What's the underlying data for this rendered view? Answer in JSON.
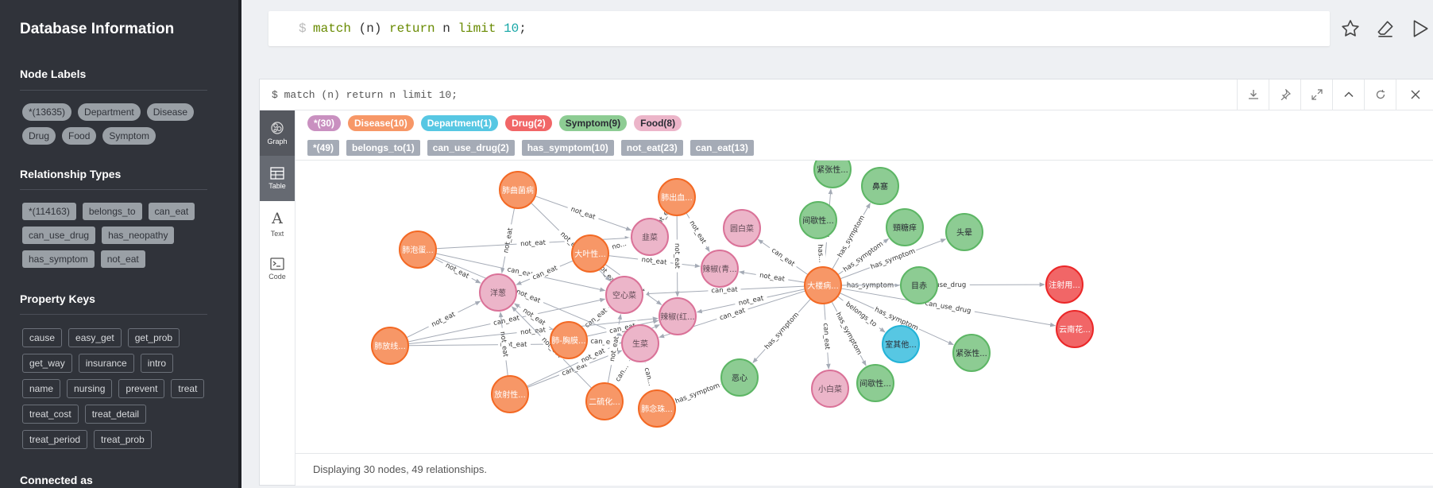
{
  "sidebar": {
    "title": "Database Information",
    "node_labels_heading": "Node Labels",
    "node_labels": [
      "*(13635)",
      "Department",
      "Disease",
      "Drug",
      "Food",
      "Symptom"
    ],
    "relationship_types_heading": "Relationship Types",
    "relationship_types": [
      "*(114163)",
      "belongs_to",
      "can_eat",
      "can_use_drug",
      "has_neopathy",
      "has_symptom",
      "not_eat"
    ],
    "property_keys_heading": "Property Keys",
    "property_keys": [
      "cause",
      "easy_get",
      "get_prob",
      "get_way",
      "insurance",
      "intro",
      "name",
      "nursing",
      "prevent",
      "treat",
      "treat_cost",
      "treat_detail",
      "treat_period",
      "treat_prob"
    ],
    "connected_as": "Connected as"
  },
  "editor": {
    "prompt": "$",
    "kw1": "match",
    "t1": " (n) ",
    "kw2": "return",
    "t2": " n ",
    "kw3": "limit",
    "t3": " ",
    "num": "10",
    "t4": ";",
    "icons": [
      "star-icon",
      "eraser-icon",
      "play-icon"
    ]
  },
  "frame": {
    "query": "$ match (n) return n limit 10;",
    "header_icons": [
      "download-icon",
      "pin-icon",
      "expand-icon",
      "collapse-icon",
      "refresh-icon",
      "close-icon"
    ],
    "tabs": [
      {
        "label": "Graph",
        "icon": "graph-icon"
      },
      {
        "label": "Table",
        "icon": "table-icon"
      },
      {
        "label": "Text",
        "icon": "text-icon"
      },
      {
        "label": "Code",
        "icon": "code-icon"
      }
    ],
    "node_legend": [
      {
        "label": "*(30)",
        "bg": "#c990c0",
        "fg": "#ffffff"
      },
      {
        "label": "Disease(10)",
        "bg": "#f79767",
        "fg": "#ffffff"
      },
      {
        "label": "Department(1)",
        "bg": "#57c7e3",
        "fg": "#ffffff"
      },
      {
        "label": "Drug(2)",
        "bg": "#f16667",
        "fg": "#ffffff"
      },
      {
        "label": "Symptom(9)",
        "bg": "#8dcc93",
        "fg": "#2a2c34"
      },
      {
        "label": "Food(8)",
        "bg": "#ecb5c9",
        "fg": "#2a2c34"
      }
    ],
    "rel_legend": [
      "*(49)",
      "belongs_to(1)",
      "can_use_drug(2)",
      "has_symptom(10)",
      "not_eat(23)",
      "can_eat(13)"
    ],
    "footer": "Displaying 30 nodes, 49 relationships."
  },
  "graph": {
    "colors": {
      "Disease": {
        "fill": "#f79767",
        "stroke": "#f36924",
        "text": "#ffffff"
      },
      "Food": {
        "fill": "#ecb5c9",
        "stroke": "#da7298",
        "text": "#604a55"
      },
      "Symptom": {
        "fill": "#8dcc93",
        "stroke": "#5db665",
        "text": "#2a2c34"
      },
      "Drug": {
        "fill": "#f16667",
        "stroke": "#eb2728",
        "text": "#ffffff"
      },
      "Department": {
        "fill": "#57c7e3",
        "stroke": "#23b3d7",
        "text": "#2a2c34"
      }
    },
    "nodes": [
      {
        "id": "d1",
        "label": "肺曲菌病",
        "type": "Disease"
      },
      {
        "id": "d2",
        "label": "肺泡蛋...",
        "type": "Disease"
      },
      {
        "id": "d3",
        "label": "大叶性...",
        "type": "Disease"
      },
      {
        "id": "d4",
        "label": "肺出血...",
        "type": "Disease"
      },
      {
        "id": "d5",
        "label": "肺放线...",
        "type": "Disease"
      },
      {
        "id": "d6",
        "label": "肺-胸膜...",
        "type": "Disease"
      },
      {
        "id": "d7",
        "label": "放射性...",
        "type": "Disease"
      },
      {
        "id": "d8",
        "label": "二硫化...",
        "type": "Disease"
      },
      {
        "id": "d9",
        "label": "肺念珠...",
        "type": "Disease"
      },
      {
        "id": "d10",
        "label": "大楼病...",
        "type": "Disease"
      },
      {
        "id": "f1",
        "label": "洋葱",
        "type": "Food"
      },
      {
        "id": "f2",
        "label": "韭菜",
        "type": "Food"
      },
      {
        "id": "f3",
        "label": "空心菜",
        "type": "Food"
      },
      {
        "id": "f4",
        "label": "辣椒(青...",
        "type": "Food"
      },
      {
        "id": "f5",
        "label": "辣椒(红...",
        "type": "Food"
      },
      {
        "id": "f6",
        "label": "生菜",
        "type": "Food"
      },
      {
        "id": "f7",
        "label": "圆白菜",
        "type": "Food"
      },
      {
        "id": "f8",
        "label": "小白菜",
        "type": "Food"
      },
      {
        "id": "s1",
        "label": "紧张性...",
        "type": "Symptom"
      },
      {
        "id": "s2",
        "label": "鼻塞",
        "type": "Symptom"
      },
      {
        "id": "s3",
        "label": "间歇性...",
        "type": "Symptom"
      },
      {
        "id": "s4",
        "label": "頸糖痒",
        "type": "Symptom"
      },
      {
        "id": "s5",
        "label": "头晕",
        "type": "Symptom"
      },
      {
        "id": "s6",
        "label": "目赤",
        "type": "Symptom"
      },
      {
        "id": "s7",
        "label": "紧张性...",
        "type": "Symptom"
      },
      {
        "id": "s8",
        "label": "恶心",
        "type": "Symptom"
      },
      {
        "id": "s9",
        "label": "间歇性...",
        "type": "Symptom"
      },
      {
        "id": "r1",
        "label": "注射用...",
        "type": "Drug"
      },
      {
        "id": "r2",
        "label": "云南花...",
        "type": "Drug"
      },
      {
        "id": "k1",
        "label": "室其他...",
        "type": "Department"
      }
    ],
    "edges": [
      {
        "s": "d1",
        "t": "f2",
        "label": "not_eat"
      },
      {
        "s": "d1",
        "t": "f1",
        "label": "not_eat"
      },
      {
        "s": "d2",
        "t": "f2",
        "label": "not_eat"
      },
      {
        "s": "d2",
        "t": "f1",
        "label": "not_eat"
      },
      {
        "s": "d2",
        "t": "f3",
        "label": "can_eat"
      },
      {
        "s": "d3",
        "t": "f1",
        "label": "can_eat"
      },
      {
        "s": "d3",
        "t": "f2",
        "label": "no..."
      },
      {
        "s": "d3",
        "t": "f4",
        "label": "not_eat"
      },
      {
        "s": "d3",
        "t": "f3",
        "label": "not_eat"
      },
      {
        "s": "d4",
        "t": "f2",
        "label": "not_eat"
      },
      {
        "s": "d4",
        "t": "f4",
        "label": "not_eat"
      },
      {
        "s": "d4",
        "t": "f5",
        "label": "not_eat"
      },
      {
        "s": "d5",
        "t": "f1",
        "label": "not_eat"
      },
      {
        "s": "d5",
        "t": "f3",
        "label": "can_eat"
      },
      {
        "s": "d5",
        "t": "f6",
        "label": "not_eat"
      },
      {
        "s": "d6",
        "t": "f1",
        "label": "not_eat"
      },
      {
        "s": "d6",
        "t": "f3",
        "label": "can_eat"
      },
      {
        "s": "d6",
        "t": "f6",
        "label": "can_eat"
      },
      {
        "s": "d7",
        "t": "f1",
        "label": "not_eat"
      },
      {
        "s": "d7",
        "t": "f6",
        "label": "can_eat"
      },
      {
        "s": "d7",
        "t": "f5",
        "label": "not_eat"
      },
      {
        "s": "d8",
        "t": "f6",
        "label": "can..."
      },
      {
        "s": "d8",
        "t": "f3",
        "label": "not_eat"
      },
      {
        "s": "d9",
        "t": "s8",
        "label": "has_symptom"
      },
      {
        "s": "d9",
        "t": "f6",
        "label": "can..."
      },
      {
        "s": "d10",
        "t": "s1",
        "label": "has..."
      },
      {
        "s": "d10",
        "t": "s2",
        "label": "has_symptom"
      },
      {
        "s": "d10",
        "t": "s3",
        "label": "has..."
      },
      {
        "s": "d10",
        "t": "s4",
        "label": "has_symptom"
      },
      {
        "s": "d10",
        "t": "s5",
        "label": "has_symptom"
      },
      {
        "s": "d10",
        "t": "s6",
        "label": "has_symptom"
      },
      {
        "s": "d10",
        "t": "s7",
        "label": "has_symptom"
      },
      {
        "s": "d10",
        "t": "s8",
        "label": "has_symptom"
      },
      {
        "s": "d10",
        "t": "s9",
        "label": "has_symptom"
      },
      {
        "s": "d10",
        "t": "r1",
        "label": "can_use_drug"
      },
      {
        "s": "d10",
        "t": "r2",
        "label": "can_use_drug"
      },
      {
        "s": "d10",
        "t": "k1",
        "label": "belongs_to"
      },
      {
        "s": "d10",
        "t": "f7",
        "label": "can_eat"
      },
      {
        "s": "d10",
        "t": "f4",
        "label": "not_eat"
      },
      {
        "s": "d10",
        "t": "f3",
        "label": "can_eat"
      },
      {
        "s": "d10",
        "t": "f5",
        "label": "not_eat"
      },
      {
        "s": "d10",
        "t": "f8",
        "label": "can_eat"
      },
      {
        "s": "d10",
        "t": "f6",
        "label": "can_eat"
      },
      {
        "s": "d1",
        "t": "f3",
        "label": "not_eat"
      },
      {
        "s": "d2",
        "t": "f6",
        "label": "not_eat"
      },
      {
        "s": "d3",
        "t": "f5",
        "label": "can_eat"
      },
      {
        "s": "d5",
        "t": "f5",
        "label": "not_eat"
      },
      {
        "s": "d8",
        "t": "f1",
        "label": "not_eat"
      },
      {
        "s": "d6",
        "t": "f5",
        "label": "can_eat"
      }
    ]
  }
}
